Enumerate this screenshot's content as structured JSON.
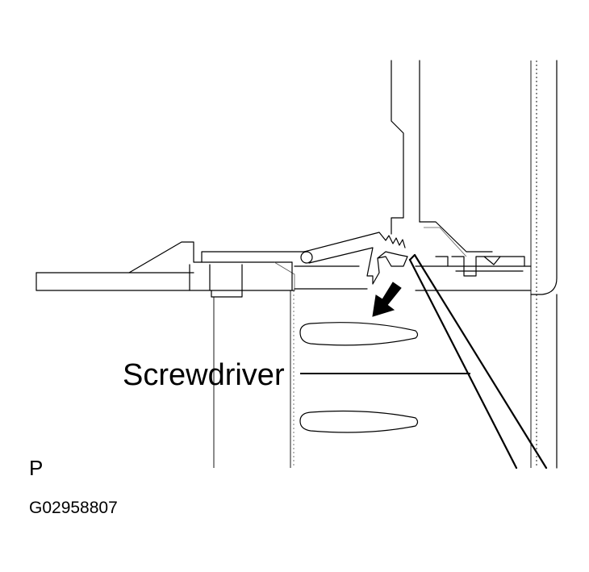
{
  "callouts": {
    "screwdriver": "Screwdriver"
  },
  "view_marker": "P",
  "figure_code": "G02958807",
  "icons": {
    "pry_direction": "arrow-down-left-icon"
  }
}
